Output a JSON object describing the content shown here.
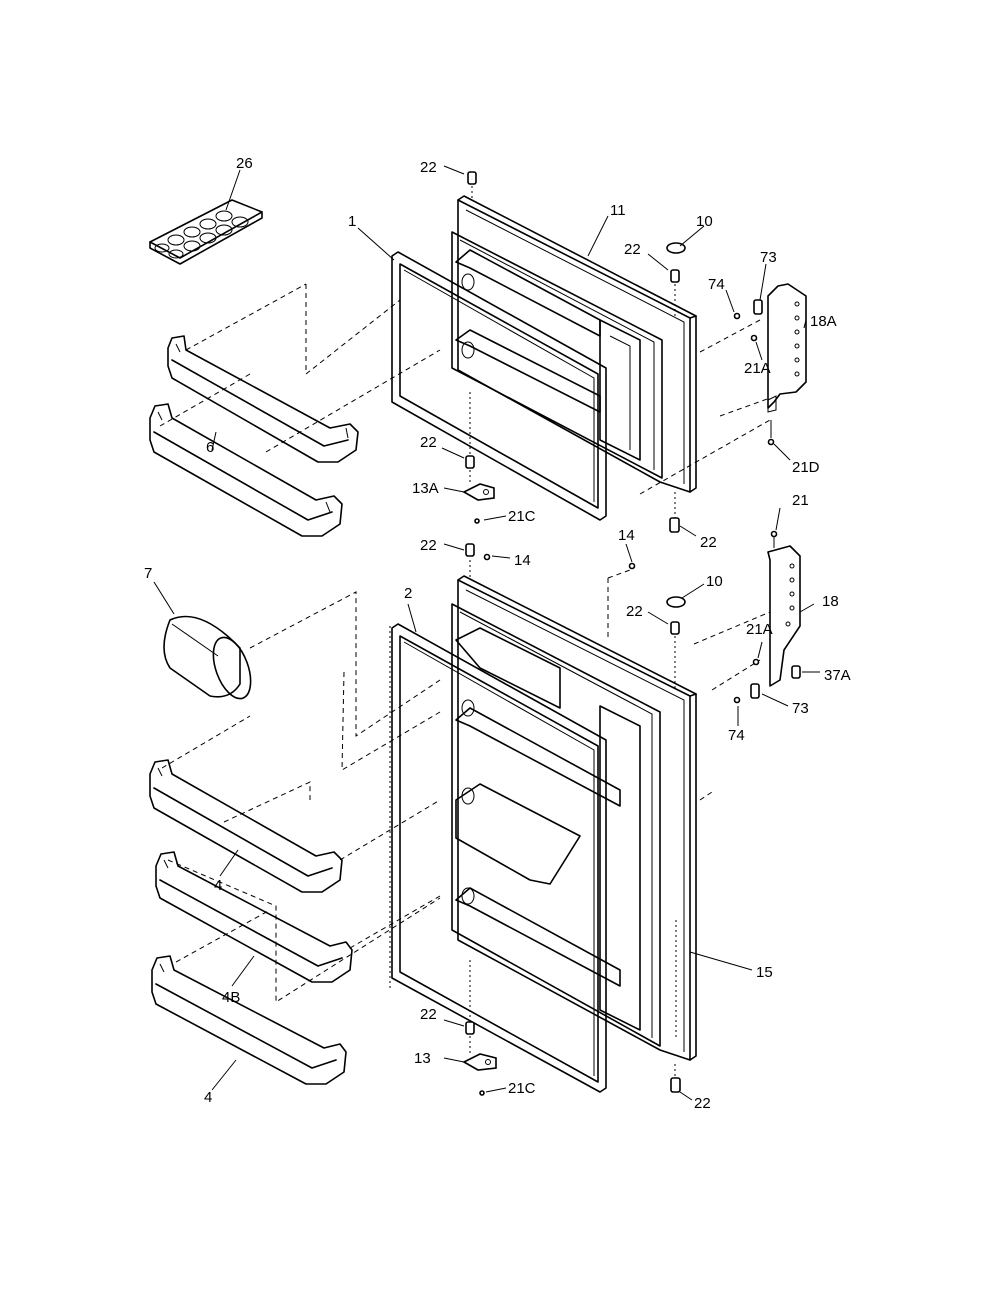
{
  "diagram": {
    "callouts": {
      "c26": "26",
      "c22_top": "22",
      "c11": "11",
      "c10_upper": "10",
      "c22_hinge_upper": "22",
      "c73_upper": "73",
      "c74_upper": "74",
      "c18A": "18A",
      "c1": "1",
      "c21A_upper": "21A",
      "c6": "6",
      "c22_upper_mid": "22",
      "c21D": "21D",
      "c13A": "13A",
      "c21C_upper": "21C",
      "c22_upper_bottom": "22",
      "c21": "21",
      "c22_lower_top": "22",
      "c14_a": "14",
      "c14_b": "14",
      "c7": "7",
      "c2": "2",
      "c10_lower": "10",
      "c18": "18",
      "c22_hinge_lower": "22",
      "c21A_lower": "21A",
      "c37A": "37A",
      "c73_lower": "73",
      "c74_lower": "74",
      "c4_a": "4",
      "c4B": "4B",
      "c15": "15",
      "c22_lower_mid": "22",
      "c13": "13",
      "c4_b": "4",
      "c21C_lower": "21C",
      "c22_lower_bottom": "22"
    }
  }
}
